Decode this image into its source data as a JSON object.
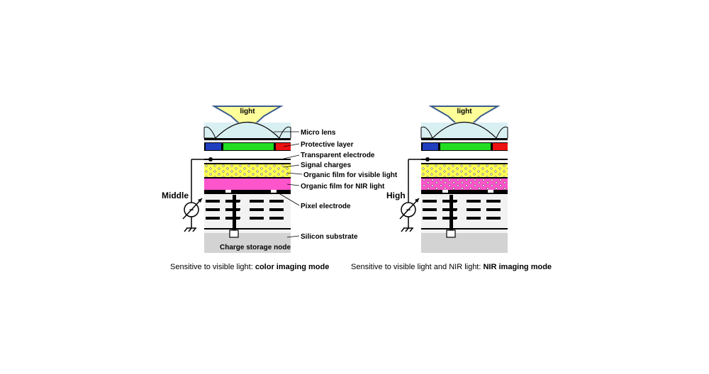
{
  "diagram": {
    "left": {
      "arrow_label": "light",
      "voltage_label": "Middle",
      "caption_prefix": "Sensitive to visible light: ",
      "caption_bold": "color imaging mode"
    },
    "right": {
      "arrow_label": "light",
      "voltage_label": "High",
      "caption_prefix": "Sensitive to visible light and NIR light: ",
      "caption_bold": "NIR imaging mode"
    },
    "labels": {
      "micro_lens": "Micro lens",
      "protective_layer": "Protective layer",
      "transparent_electrode": "Transparent electrode",
      "signal_charges": "Signal charges",
      "organic_visible": "Organic film for visible light",
      "organic_nir": "Organic film for NIR light",
      "pixel_electrode": "Pixel electrode",
      "silicon_substrate": "Silicon substrate",
      "charge_storage_node": "Charge storage node"
    },
    "colors": {
      "arrow_fill": "#ffff99",
      "arrow_stroke": "#3b5b8f",
      "lens": "#d9f0f3",
      "blue_filter": "#1f3fbf",
      "green_filter": "#22dd22",
      "red_filter": "#ee1111",
      "visible_film": "#ffff55",
      "nir_film": "#ff55cc",
      "substrate": "#d3d3d3"
    }
  }
}
